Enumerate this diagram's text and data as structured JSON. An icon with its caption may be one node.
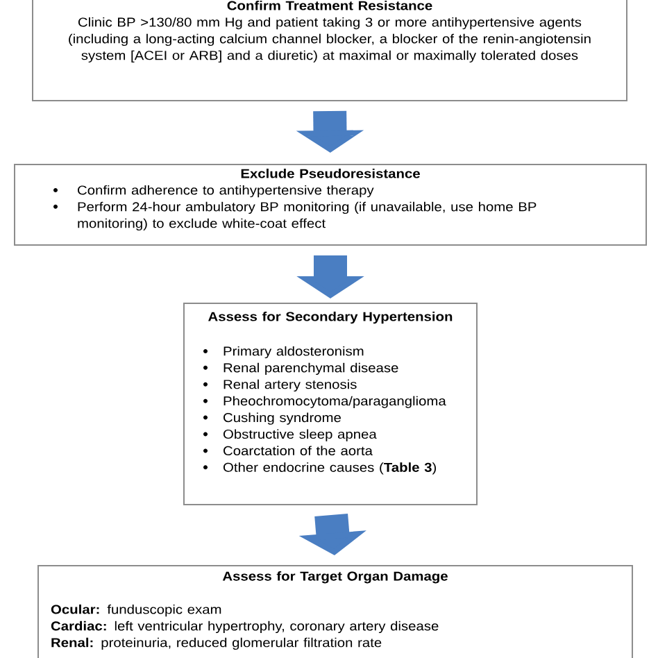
{
  "diagram": {
    "nodes": [
      {
        "text": [
          "Confirm Treatment Resistance",
          "Clinic BP >130/80 mm Hg and patient taking 3 or more antihypertensive agents (including a long-acting calcium channel blocker, a blocker of the renin-angiotensin system [ACEI or ARB] and a diuretic) at maximal or maximally tolerated doses"
        ]
      },
      {
        "text": [
          "Exclude Pseudoresistance",
          "Confirm adherence to antihypertensive therapy",
          "Perform 24-hour ambulatory BP monitoring (if unavailable, use home BP monitoring) to exclude white-coat effect"
        ]
      },
      {
        "text": [
          "Assess for Secondary Hypertension",
          "Primary aldosteronism",
          "Renal parenchymal disease",
          "Renal artery stenosis",
          "Pheochromocytoma/paraganglioma",
          "Cushing syndrome",
          "Obstructive sleep apnea",
          "Coarctation of the aorta",
          "Other endocrine causes (**Table 3**)"
        ]
      },
      {
        "text": [
          "Assess for Target Organ Damage",
          "**Ocular:** funduscopic exam",
          "**Cardiac:** left ventricular hypertrophy, coronary artery disease",
          "**Renal:** proteinuria, reduced glomerular filtration rate"
        ]
      }
    ],
    "edges": [
      {
        "from": 0,
        "to": 1,
        "arrow": "to"
      },
      {
        "from": 1,
        "to": 2,
        "arrow": "to"
      },
      {
        "from": 2,
        "to": 3,
        "arrow": "to"
      }
    ]
  }
}
